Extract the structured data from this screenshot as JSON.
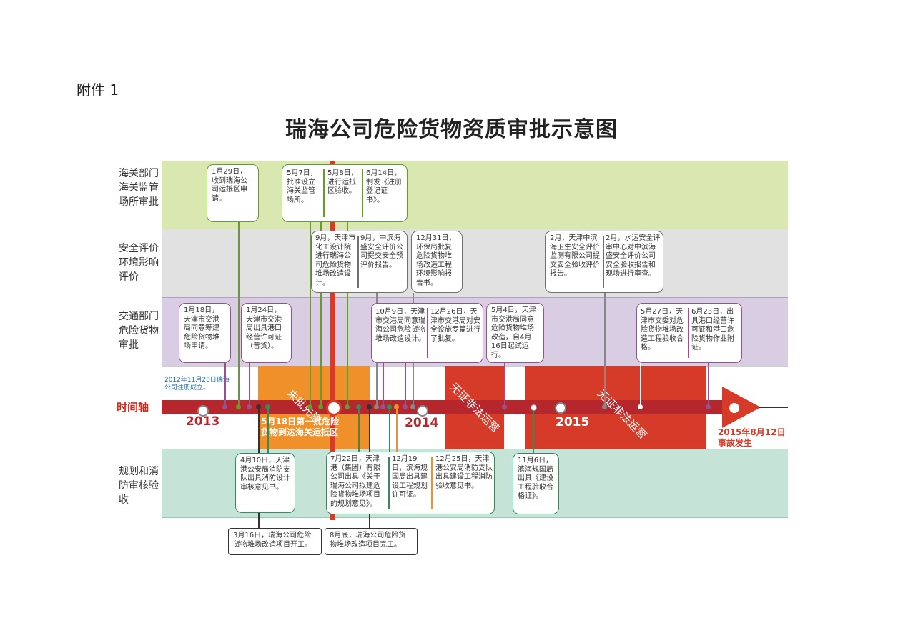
{
  "attachment": "附件 1",
  "title": "瑞海公司危险货物资质审批示意图",
  "lanes": {
    "customs": "海关部门海关监管场所审批",
    "safety": "安全评价环境影响评价",
    "transport": "交通部门危险货物审批",
    "timeline": "时间轴",
    "planning": "规划和消防审核验收"
  },
  "years": {
    "y2013": "2013",
    "y2014": "2014",
    "y2015": "2015"
  },
  "timeline": {
    "founding": "2012年11月28日瑞海公司注册成立。",
    "unapproved": "未批先建",
    "arrival": "5月18日第一批危险货物到达海关运抵区",
    "illegal1": "无证非法运营",
    "illegal2": "无证非法运营",
    "accident": "2015年8月12日事故发生"
  },
  "customs_boxes": {
    "c1": "1月29日，收到瑞海公司运抵区申请。",
    "c2a": "5月7日，批准设立海关监管场所。",
    "c2b": "5月8日，进行运抵区验收。",
    "c2c": "6月14日，制发《注册登记证书》。"
  },
  "safety_boxes": {
    "s1a": "9月，天津市化工设计院进行瑞海公司危险货物堆场改造设计。",
    "s1b": "9月，中滨海盛安全评价公司提交安全预评价报告。",
    "s2": "12月31日，环保局批复危险货物堆场改造工程环境影响报告书。",
    "s3a": "2月，天津中滨海卫生安全评价监测有限公司提交安全验收评价报告。",
    "s3b": "2月，水运安全评审中心对中滨海盛安全评价公司安全验收报告和现场进行审查。"
  },
  "transport_boxes": {
    "t1": "1月18日，天津市交港局同意筹建危险货物堆场申请。",
    "t2": "1月24日，天津市交港局出具港口经营许可证（普货）。",
    "t3a": "10月9日，天津市交港局同意瑞海公司危险货物堆场改造设计。",
    "t3b": "12月26日，天津市交港局对安全设施专篇进行了批复。",
    "t4": "5月4日，天津市交港局同意危险货物堆场改造，自4月16日起试运行。",
    "t5a": "5月27日，天津市交委对危险货物堆场改造工程验收合格。",
    "t5b": "6月23日，出具港口经营许可证和港口危险货物作业附证。"
  },
  "planning_boxes": {
    "p1": "4月10日，天津港公安局消防支队出具消防设计审核意见书。",
    "p2a": "7月22日，天津港（集团）有限公司出具《关于瑞海公司拟建危险货物堆场项目的规划意见》。",
    "p2b": "12月19日，滨海规国局出具建设工程规划许可证。",
    "p2c": "12月25日，天津港公安局消防支队出具建设工程消防验收意见书。",
    "p3": "11月6日，滨海规国局出具《建设工程验收合格证》。",
    "b1": "3月16日，瑞海公司危险货物堆场改造项目开工。",
    "b2": "8月底，瑞海公司危险货物堆场改造项目完工。"
  },
  "colors": {
    "customs_lane": "#d9e7b0",
    "safety_lane": "#e1e1e1",
    "transport_lane": "#d8cde3",
    "planning_lane": "#c6e3d8",
    "axis_red": "#b5272d",
    "orange": "#f0902a",
    "illegal_red": "#d63a28"
  }
}
